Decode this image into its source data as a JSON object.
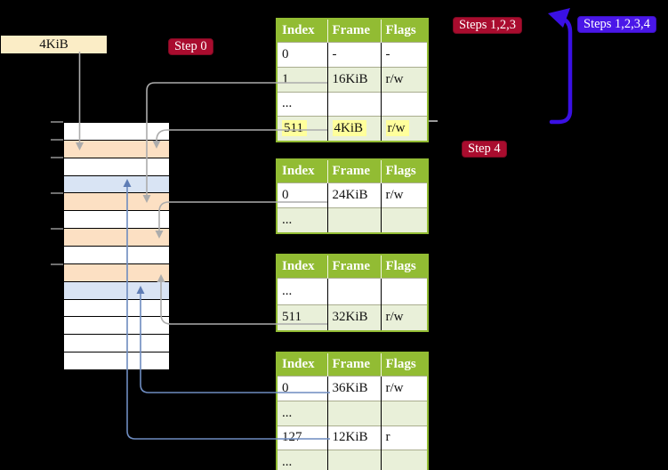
{
  "labels": {
    "page_size_box": "4KiB",
    "step0": "Step 0",
    "steps123": "Steps 1,2,3",
    "steps1234": "Steps 1,2,3,4",
    "step4": "Step 4"
  },
  "colors": {
    "background": "#000000",
    "table_header_green": "#92BC33",
    "table_shaded_row": "#E9F0D9",
    "highlight_yellow": "#FFFF9C",
    "badge_red": "#A90C2E",
    "badge_blue": "#4A17E8",
    "memory_orange": "#FCE0C3",
    "memory_blue": "#D9E4F4",
    "gray_arrow": "#ACACAC",
    "blue_arrow": "#6E8CC0",
    "big_blue_arrow": "#3A10E4",
    "size_box_cream": "#FBEDC6"
  },
  "page_tables": [
    {
      "name": "table-1",
      "headers": [
        "Index",
        "Frame",
        "Flags"
      ],
      "rows": [
        {
          "cells": [
            "0",
            "-",
            "-"
          ],
          "shaded": false,
          "highlight": false
        },
        {
          "cells": [
            "1",
            "16KiB",
            "r/w"
          ],
          "shaded": true,
          "highlight": false
        },
        {
          "cells": [
            "...",
            "",
            ""
          ],
          "shaded": false,
          "highlight": false
        },
        {
          "cells": [
            "511",
            "4KiB",
            "r/w"
          ],
          "shaded": true,
          "highlight": true
        }
      ]
    },
    {
      "name": "table-2",
      "headers": [
        "Index",
        "Frame",
        "Flags"
      ],
      "rows": [
        {
          "cells": [
            "0",
            "24KiB",
            "r/w"
          ],
          "shaded": false,
          "highlight": false
        },
        {
          "cells": [
            "...",
            "",
            ""
          ],
          "shaded": true,
          "highlight": false
        }
      ]
    },
    {
      "name": "table-3",
      "headers": [
        "Index",
        "Frame",
        "Flags"
      ],
      "rows": [
        {
          "cells": [
            "...",
            "",
            ""
          ],
          "shaded": false,
          "highlight": false
        },
        {
          "cells": [
            "511",
            "32KiB",
            "r/w"
          ],
          "shaded": true,
          "highlight": false
        }
      ]
    },
    {
      "name": "table-4",
      "headers": [
        "Index",
        "Frame",
        "Flags"
      ],
      "rows": [
        {
          "cells": [
            "0",
            "36KiB",
            "r/w"
          ],
          "shaded": false,
          "highlight": false
        },
        {
          "cells": [
            "...",
            "",
            ""
          ],
          "shaded": true,
          "highlight": false
        },
        {
          "cells": [
            "127",
            "12KiB",
            "r"
          ],
          "shaded": false,
          "highlight": false
        },
        {
          "cells": [
            "...",
            "",
            ""
          ],
          "shaded": true,
          "highlight": false
        }
      ]
    }
  ],
  "memory_column": {
    "rows": [
      "white",
      "orange",
      "white",
      "blue",
      "orange",
      "white",
      "orange",
      "white",
      "orange",
      "blue",
      "white",
      "white",
      "white",
      "white"
    ],
    "tick_ys": [
      137,
      157,
      177,
      217,
      257,
      297
    ]
  }
}
